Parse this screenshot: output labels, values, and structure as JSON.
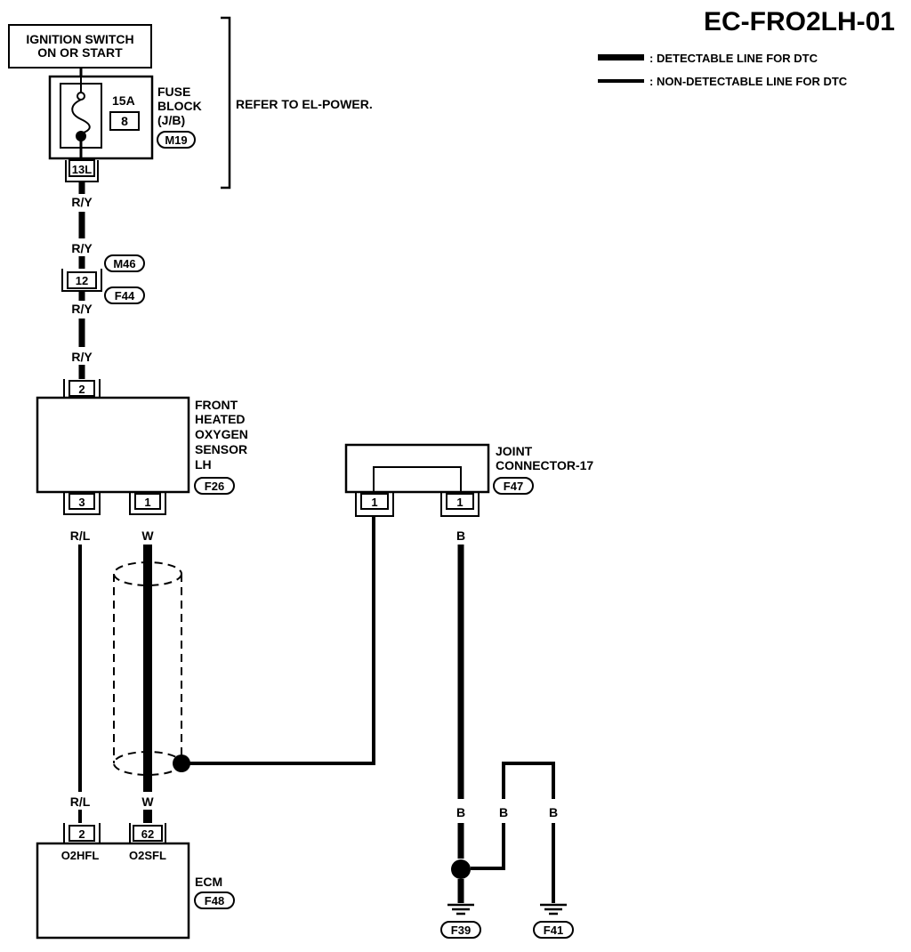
{
  "title": "EC-FRO2LH-01",
  "legend": {
    "detectable": ": DETECTABLE LINE FOR DTC",
    "non_detectable": ": NON-DETECTABLE LINE FOR DTC"
  },
  "ignition": {
    "line1": "IGNITION SWITCH",
    "line2": "ON OR START"
  },
  "fuse": {
    "amps": "15A",
    "number": "8",
    "name_line1": "FUSE",
    "name_line2": "BLOCK",
    "name_line3": "(J/B)",
    "connector": "M19",
    "terminal": "13L"
  },
  "refer": "REFER TO EL-POWER.",
  "wires": {
    "ry": "R/Y",
    "rl": "R/L",
    "w": "W",
    "b": "B"
  },
  "harness_connector": {
    "pin": "12",
    "conn_a": "M46",
    "conn_b": "F44"
  },
  "sensor": {
    "line1": "FRONT",
    "line2": "HEATED",
    "line3": "OXYGEN",
    "line4": "SENSOR",
    "line5": "LH",
    "connector": "F26",
    "pin_top": "2",
    "pin_left": "3",
    "pin_right": "1"
  },
  "joint": {
    "line1": "JOINT",
    "line2": "CONNECTOR-17",
    "connector": "F47",
    "pin_left": "1",
    "pin_right": "1"
  },
  "ecm": {
    "name": "ECM",
    "connector": "F48",
    "pin_left": "2",
    "pin_right": "62",
    "term_left": "O2HFL",
    "term_right": "O2SFL"
  },
  "grounds": {
    "left": "F39",
    "right": "F41"
  }
}
